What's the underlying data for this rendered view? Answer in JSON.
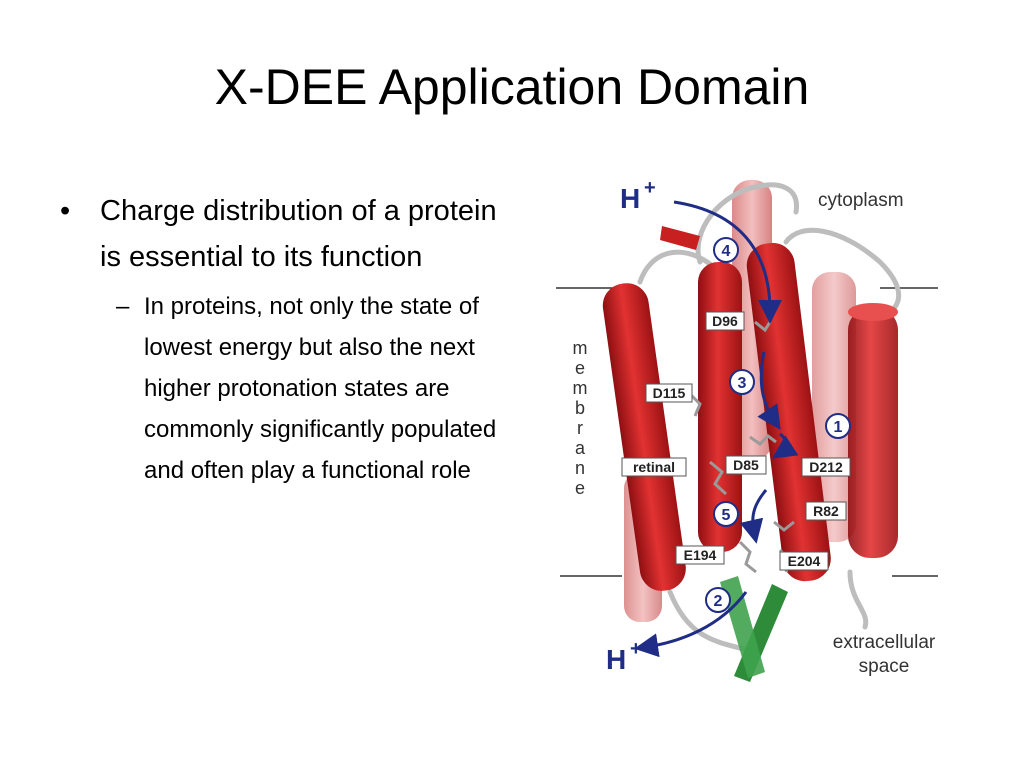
{
  "slide": {
    "title": "X-DEE Application Domain",
    "bullets": [
      {
        "text": "Charge distribution of a protein is essential to its function",
        "sub_bullets": [
          "In proteins, not only the state of lowest energy but also the next higher protonation states are commonly significantly populated and often play a functional role"
        ]
      }
    ]
  },
  "figure": {
    "proton_label": "H",
    "proton_charge": "+",
    "cytoplasm_label": "cytoplasm",
    "membrane_label_letters": [
      "m",
      "e",
      "m",
      "b",
      "r",
      "a",
      "n",
      "e"
    ],
    "extracellular_label_lines": [
      "extracellular",
      "space"
    ],
    "step_numbers": [
      "1",
      "2",
      "3",
      "4",
      "5"
    ],
    "residues": [
      "D96",
      "D115",
      "retinal",
      "D85",
      "D212",
      "R82",
      "E194",
      "E204"
    ],
    "colors": {
      "helix": "#cc1f1f",
      "helix_pale": "#e58a8a",
      "arrow": "#1f2d86",
      "beta_sheet": "#2e8b3a",
      "label_text": "#333333"
    }
  }
}
